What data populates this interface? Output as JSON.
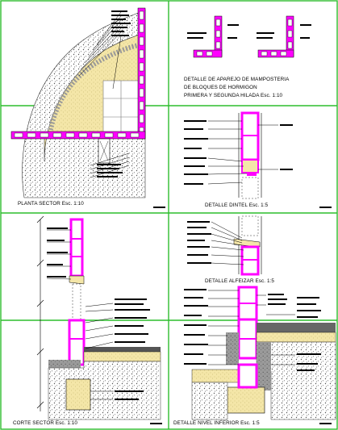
{
  "sheet": {
    "colors": {
      "frame": "#2dbd2d",
      "block": "#ff00ff",
      "sand": "#f4e6a8",
      "soil": "#d8d8d8",
      "ink": "#000000",
      "concrete": "#8a8a8a"
    }
  },
  "panels": {
    "planta_sector": {
      "title": "PLANTA SECTOR  Esc. 1:10"
    },
    "aparejo": {
      "title_line1": "DETALLE DE APAREJO DE MAMPOSTERIA",
      "title_line2": "DE BLOQUES DE HORMIGON",
      "title_line3": "PRIMERA Y SEGUNDA HILADA  Esc. 1:10"
    },
    "dintel": {
      "title": "DETALLE DINTEL  Esc. 1:5"
    },
    "alfeizar": {
      "title": "DETALLE ALFEIZAR  Esc. 1:5"
    },
    "corte_sector": {
      "title": "CORTE SECTOR  Esc. 1:10"
    },
    "nivel_inferior": {
      "title": "DETALLE NIVEL INFERIOR  Esc. 1:5"
    }
  }
}
